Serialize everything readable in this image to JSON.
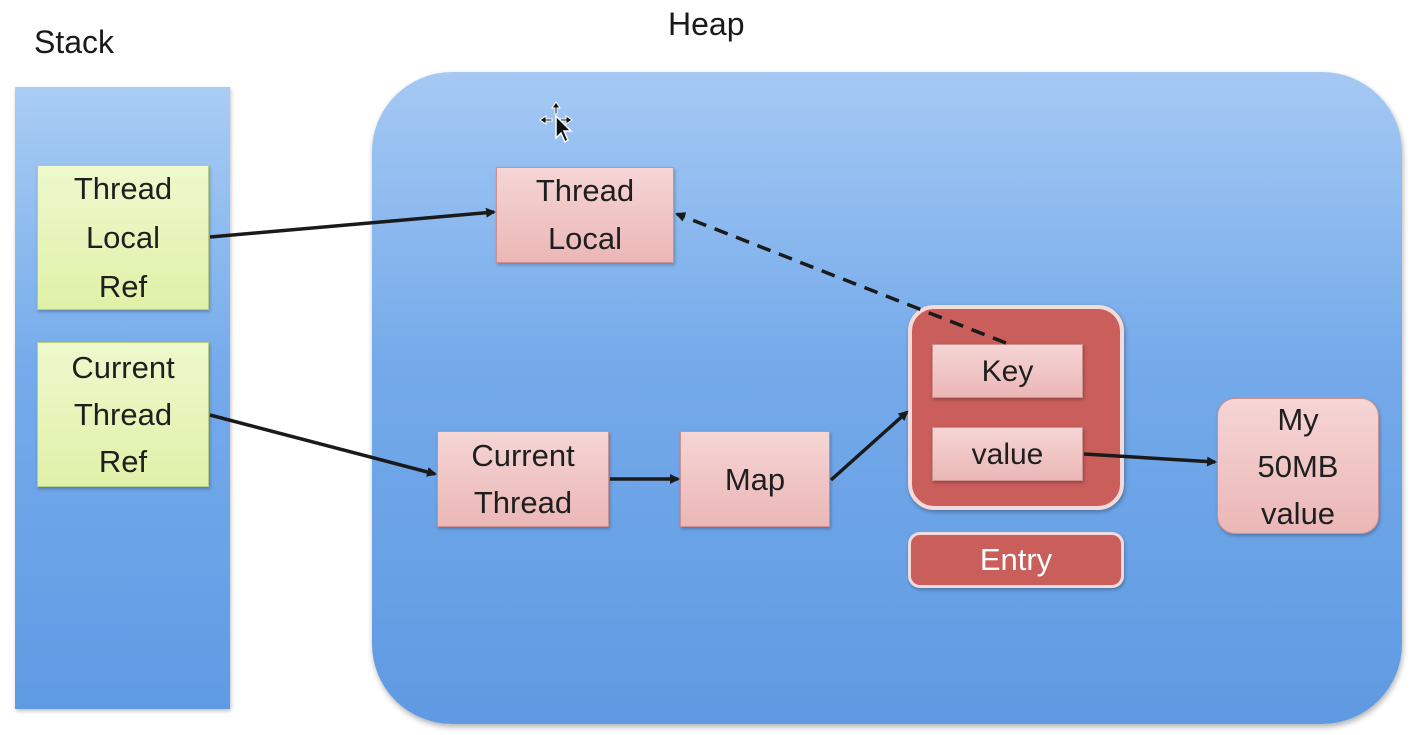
{
  "labels": {
    "stack": "Stack",
    "heap": "Heap"
  },
  "stack_boxes": {
    "thread_local_ref": "Thread\nLocal\nRef",
    "current_thread_ref": "Current\nThread\nRef"
  },
  "heap_boxes": {
    "thread_local": "Thread\nLocal",
    "current_thread": "Current\nThread",
    "map": "Map",
    "key": "Key",
    "value": "value",
    "entry": "Entry",
    "my_value": "My\n50MB\nvalue"
  },
  "icons": {
    "cursor": "move-cursor-icon"
  },
  "colors": {
    "stack_heap_blue": "#75abeb",
    "stack_box_green": "#dff1a8",
    "heap_box_pink": "#eab7b6",
    "entry_red": "#c95e5b",
    "arrow": "#1a1a1a"
  }
}
